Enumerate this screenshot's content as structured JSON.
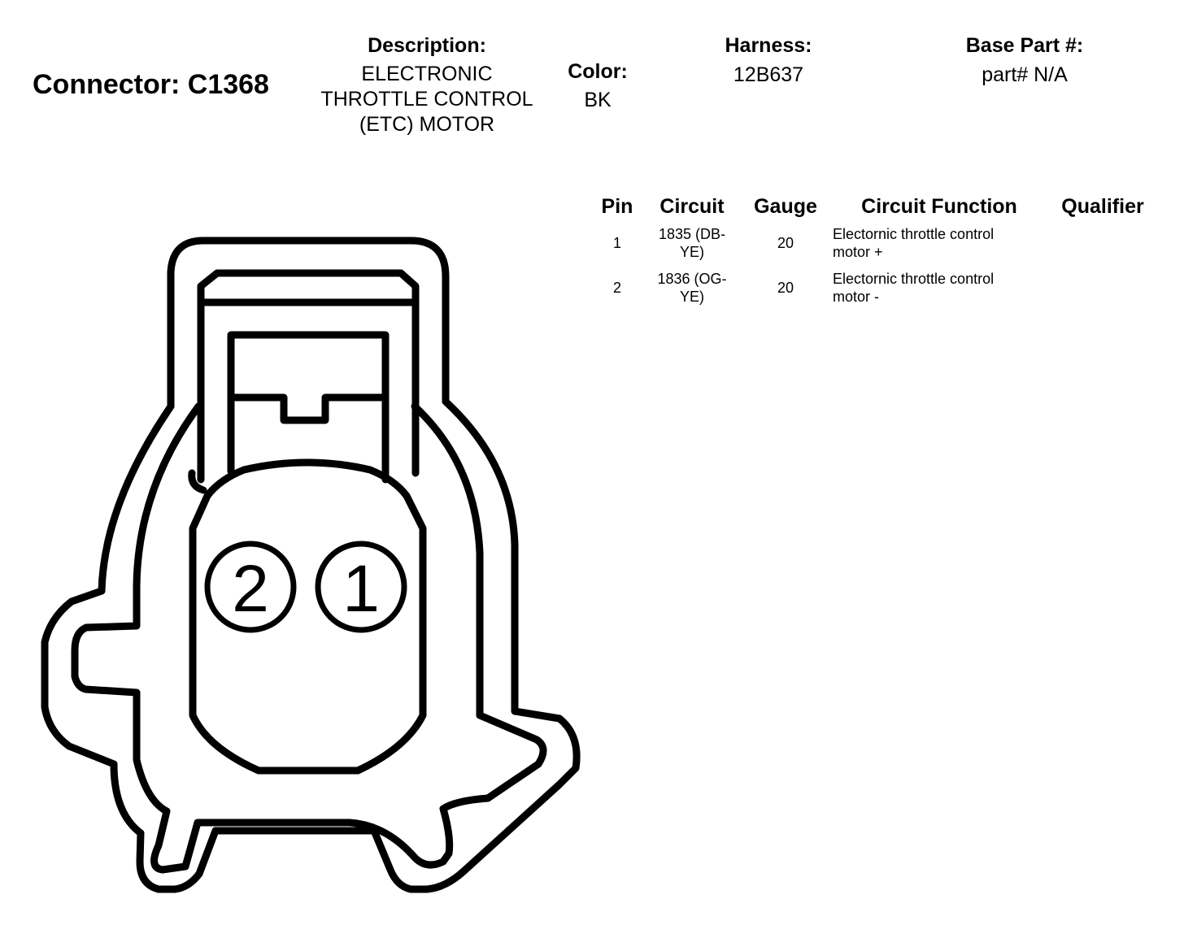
{
  "header": {
    "connector_title": "Connector: C1368",
    "description_label": "Description:",
    "description_lines": [
      "ELECTRONIC",
      "THROTTLE CONTROL",
      "(ETC) MOTOR"
    ],
    "color_label": "Color:",
    "color_value": "BK",
    "harness_label": "Harness:",
    "harness_value": "12B637",
    "base_part_label": "Base Part #:",
    "base_part_value": "part# N/A"
  },
  "pin_table": {
    "columns": [
      "Pin",
      "Circuit",
      "Gauge",
      "Circuit Function",
      "Qualifier"
    ],
    "rows": [
      {
        "pin": "1",
        "circuit_line1": "1835 (DB-",
        "circuit_line2": "YE)",
        "gauge": "20",
        "function_line1": "Electornic throttle control",
        "function_line2": "motor +",
        "qualifier": ""
      },
      {
        "pin": "2",
        "circuit_line1": "1836 (OG-",
        "circuit_line2": "YE)",
        "gauge": "20",
        "function_line1": "Electornic throttle control",
        "function_line2": "motor -",
        "qualifier": ""
      }
    ]
  },
  "diagram": {
    "pin_labels": [
      "2",
      "1"
    ]
  }
}
